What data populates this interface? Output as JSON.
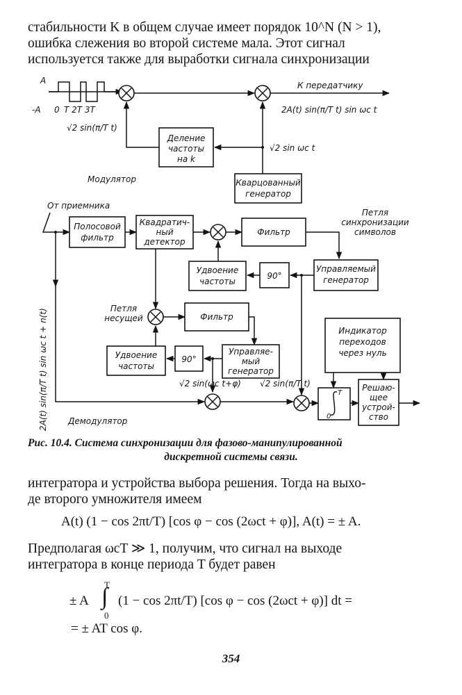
{
  "top_text": [
    "стабильности K в общем случае имеет порядок 10^N (N > 1),",
    "ошибка слежения во второй системе мала. Этот сигнал",
    "используется также для выработки сигнала синхронизации"
  ],
  "diagram": {
    "mod": {
      "a_label": "A",
      "neg_a": "-A",
      "zero": "0",
      "t_ticks": "T 2T 3T",
      "to_transmitter": "К передатчику",
      "out_signal": "2A(t) sin(π/T t) sin ωc t",
      "sqrt_sin_pi": "√2 sin(π/T t)",
      "sqrt_sin_wc": "√2 sin ωc t",
      "div_box": [
        "Деление",
        "частоты",
        "на k"
      ],
      "quartz_box": [
        "Кварцованный",
        "генератор"
      ],
      "mod_label": "Модулятор"
    },
    "demod": {
      "from_receiver": "От приемника",
      "input_signal": "2A(t) sin(π/T t) sin ωc t + n(t)",
      "bandpass": [
        "Полосовой",
        "фильтр"
      ],
      "square": [
        "Квадратич-",
        "ный",
        "детектор"
      ],
      "filter1": "Фильтр",
      "loop_symbols": [
        "Петля",
        "синхронизации",
        "символов"
      ],
      "doubler1": [
        "Удвоение",
        "частоты"
      ],
      "ph90_1": "90°",
      "vco1": [
        "Управляемый",
        "генератор"
      ],
      "loop_carrier": [
        "Петля",
        "несущей"
      ],
      "filter2": "Фильтр",
      "indicator": [
        "Индикатор",
        "переходов",
        "через нуль"
      ],
      "doubler2": [
        "Удвоение",
        "частоты"
      ],
      "ph90_2": "90°",
      "vco2": [
        "Управляе-",
        "мый",
        "генератор"
      ],
      "sqrt_sin_phi": "√2 sin(ωc t+φ)",
      "sqrt_sin_pi2": "√2 sin(π/T t)",
      "int_upper": "T",
      "int_lower": "0",
      "decision": [
        "Решаю-",
        "щее",
        "устрой-",
        "ство"
      ],
      "demod_label": "Демодулятор"
    }
  },
  "caption": {
    "line1": "Рис. 10.4. Система синхронизации для фазово-манипулированной",
    "line2": "дискретной системы связи."
  },
  "middle_text": [
    "интегратора и устройства выбора решения. Тогда на выхо-",
    "де второго умножителя имеем"
  ],
  "eq1": "A(t) (1 − cos 2πt/T) [cos φ − cos (2ωct + φ)],   A(t) = ± A.",
  "para3": [
    "Предполагая ωcT ≫ 1, получим, что сигнал на выходе",
    "интегратора в конце периода T будет равен"
  ],
  "eq2": {
    "prefix": "± A",
    "upper": "T",
    "lower": "0",
    "body": "(1 − cos 2πt/T) [cos φ − cos (2ωct + φ)] dt ="
  },
  "eq3": "= ± AT cos φ.",
  "page_number": "354"
}
